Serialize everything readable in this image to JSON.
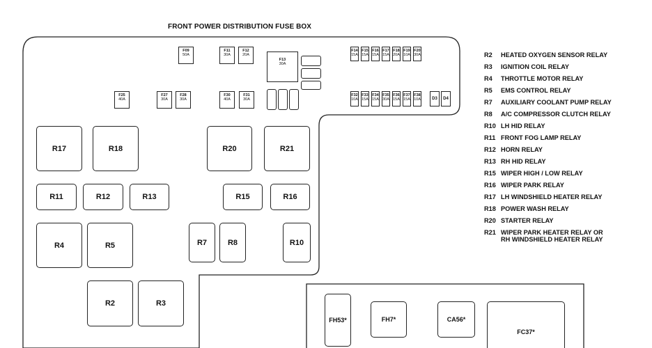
{
  "title": "FRONT POWER DISTRIBUTION FUSE BOX",
  "relays": [
    {
      "id": "R17",
      "label": "R17"
    },
    {
      "id": "R18",
      "label": "R18"
    },
    {
      "id": "R20",
      "label": "R20"
    },
    {
      "id": "R21",
      "label": "R21"
    },
    {
      "id": "R11",
      "label": "R11"
    },
    {
      "id": "R12",
      "label": "R12"
    },
    {
      "id": "R13",
      "label": "R13"
    },
    {
      "id": "R15",
      "label": "R15"
    },
    {
      "id": "R16",
      "label": "R16"
    },
    {
      "id": "R4",
      "label": "R4"
    },
    {
      "id": "R5",
      "label": "R5"
    },
    {
      "id": "R7",
      "label": "R7"
    },
    {
      "id": "R8",
      "label": "R8"
    },
    {
      "id": "R10",
      "label": "R10"
    },
    {
      "id": "R2",
      "label": "R2"
    },
    {
      "id": "R3",
      "label": "R3"
    }
  ],
  "fuses": {
    "F09": {
      "name": "F09",
      "rating": "50A"
    },
    "F11": {
      "name": "F11",
      "rating": "30A"
    },
    "F12": {
      "name": "F12",
      "rating": "20A"
    },
    "F13": {
      "name": "F13",
      "rating": "30A"
    },
    "F25": {
      "name": "F25",
      "rating": "40A"
    },
    "F27": {
      "name": "F27",
      "rating": "30A"
    },
    "F28": {
      "name": "F28",
      "rating": "30A"
    },
    "F30": {
      "name": "F30",
      "rating": "40A"
    },
    "F31": {
      "name": "F31",
      "rating": "30A"
    },
    "F14": {
      "name": "F14",
      "rating": "15A"
    },
    "F15": {
      "name": "F15",
      "rating": "15A"
    },
    "F16": {
      "name": "F16",
      "rating": "15A"
    },
    "F17": {
      "name": "F17",
      "rating": "15A"
    },
    "F18": {
      "name": "F18",
      "rating": "20A"
    },
    "F19": {
      "name": "F19",
      "rating": "10A"
    },
    "F20": {
      "name": "F20",
      "rating": "30A"
    },
    "F32": {
      "name": "F32",
      "rating": "10A"
    },
    "F33": {
      "name": "F33",
      "rating": "15A"
    },
    "F34": {
      "name": "F34",
      "rating": "15A"
    },
    "F35": {
      "name": "F35",
      "rating": "30A"
    },
    "F36": {
      "name": "F36",
      "rating": "15A"
    },
    "F37": {
      "name": "F37",
      "rating": "15A"
    },
    "F38": {
      "name": "F38",
      "rating": "10A"
    },
    "D3": {
      "name": "D3",
      "rating": ""
    },
    "D4": {
      "name": "D4",
      "rating": ""
    }
  },
  "legend": [
    {
      "code": "R2",
      "desc": "HEATED OXYGEN SENSOR RELAY"
    },
    {
      "code": "R3",
      "desc": "IGNITION COIL RELAY"
    },
    {
      "code": "R4",
      "desc": "THROTTLE MOTOR RELAY"
    },
    {
      "code": "R5",
      "desc": "EMS CONTROL RELAY"
    },
    {
      "code": "R7",
      "desc": "AUXILIARY COOLANT PUMP RELAY"
    },
    {
      "code": "R8",
      "desc": "A/C COMPRESSOR CLUTCH RELAY"
    },
    {
      "code": "R10",
      "desc": "LH HID RELAY"
    },
    {
      "code": "R11",
      "desc": "FRONT FOG LAMP RELAY"
    },
    {
      "code": "R12",
      "desc": "HORN RELAY"
    },
    {
      "code": "R13",
      "desc": "RH HID RELAY"
    },
    {
      "code": "R15",
      "desc": "WIPER HIGH / LOW RELAY"
    },
    {
      "code": "R16",
      "desc": "WIPER PARK RELAY"
    },
    {
      "code": "R17",
      "desc": "LH WINDSHIELD HEATER RELAY"
    },
    {
      "code": "R18",
      "desc": "POWER WASH RELAY"
    },
    {
      "code": "R20",
      "desc": "STARTER RELAY"
    },
    {
      "code": "R21",
      "desc": "WIPER PARK HEATER RELAY OR\nRH WINDSHIELD HEATER RELAY"
    }
  ],
  "connectors": [
    {
      "id": "FH53",
      "label": "FH53*"
    },
    {
      "id": "FH7",
      "label": "FH7*"
    },
    {
      "id": "CA56",
      "label": "CA56*"
    },
    {
      "id": "FC37",
      "label": "FC37*"
    }
  ]
}
